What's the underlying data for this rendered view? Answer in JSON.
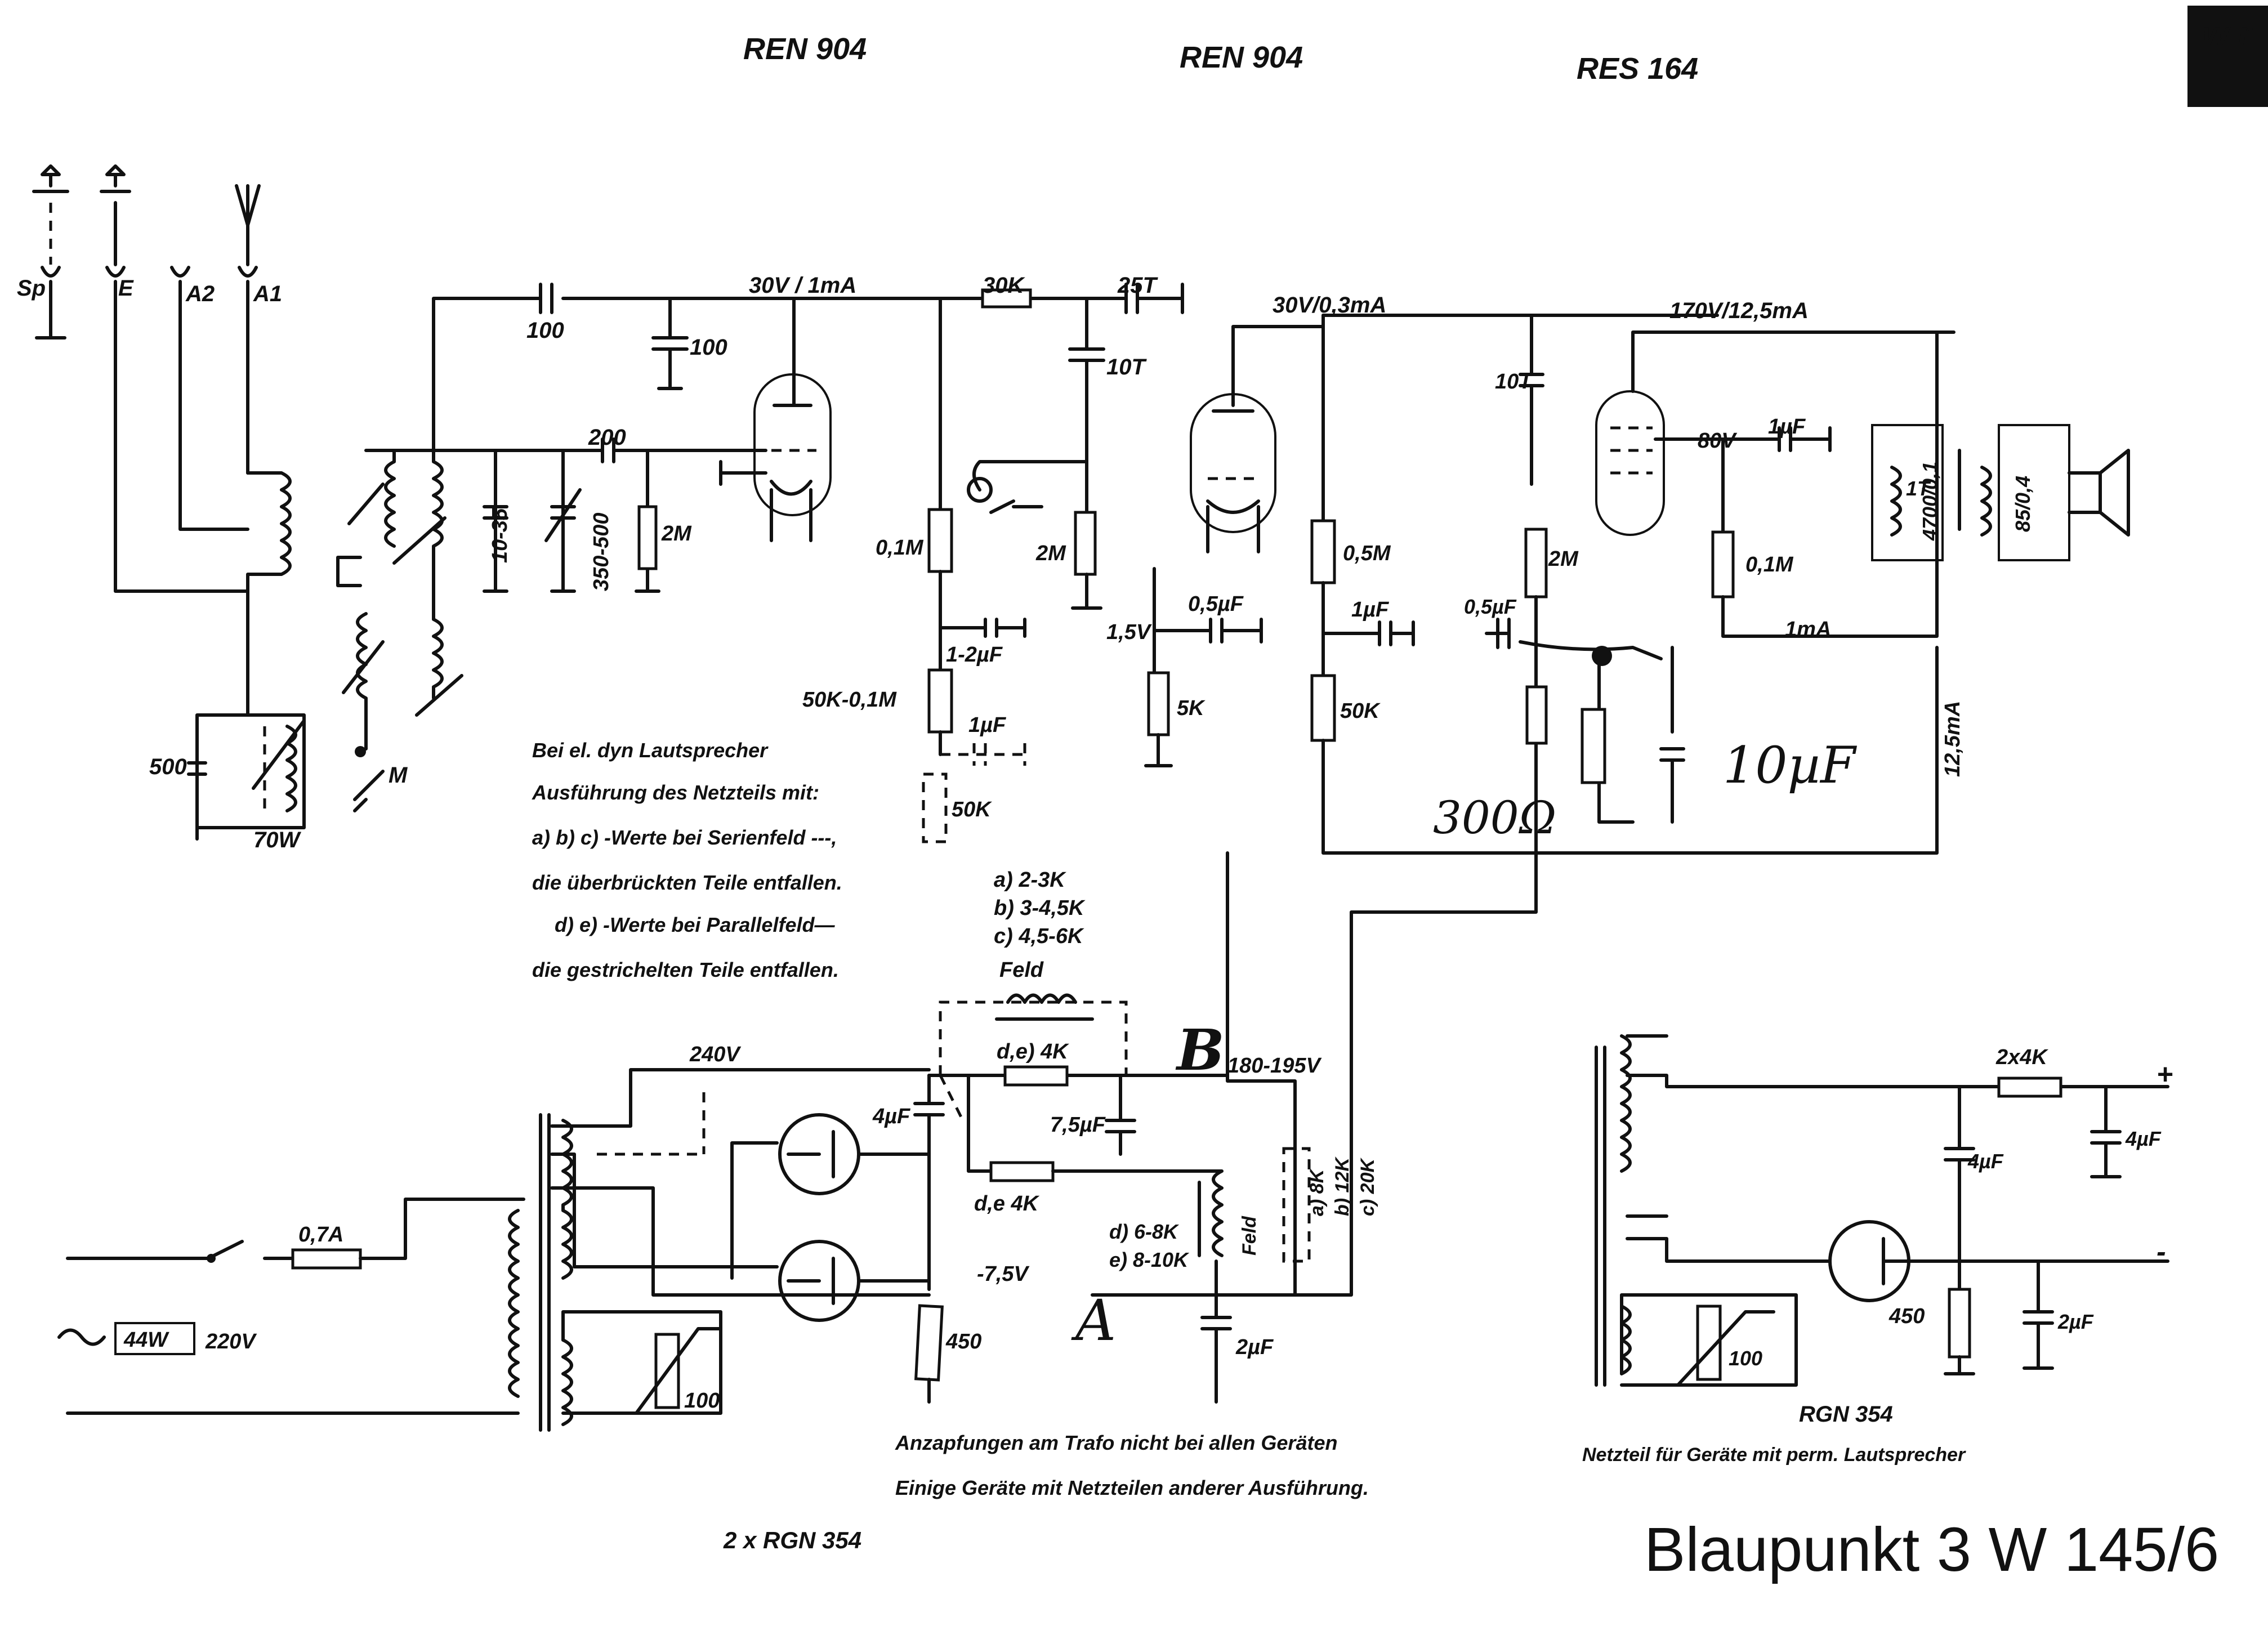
{
  "tubes": {
    "t1": "REN 904",
    "t2": "REN 904",
    "t3": "RES 164"
  },
  "terminals": {
    "sp": "Sp",
    "e": "E",
    "a2": "A2",
    "a1": "A1",
    "m": "M"
  },
  "rails": {
    "r1": "30V / 1mA",
    "r2": "30V/0,3mA",
    "r3": "170V/12,5mA",
    "anode": "80V",
    "cur1": "1mA",
    "cur2": "12,5mA",
    "v15": "1,5V",
    "v240": "240V",
    "v180": "180-195V",
    "vneg": "-7,5V"
  },
  "values": {
    "c100a": "100",
    "c100b": "100",
    "c200": "200",
    "c1035": "10-35",
    "c350": "350-500",
    "r2ma": "2M",
    "c500": "500",
    "l70": "70W",
    "r30k": "30K",
    "c25t": "25T",
    "c10t": "10T",
    "r01m": "0,1M",
    "r2mb": "2M",
    "c12": "1-2µF",
    "r50k01": "50K-0,1M",
    "c1uf": "1µF",
    "r50k": "50K",
    "c05": "0,5µF",
    "r5k": "5K",
    "r05m": "0,5M",
    "c1ufb": "1µF",
    "r50kb": "50K",
    "c10tb": "10T",
    "r2mc": "2M",
    "c05b": "0,5µF",
    "c1ufc": "1µF",
    "r01mb": "0,1M",
    "trans": "1T",
    "trans_r": "4700/0,1",
    "spk": "85/0,4",
    "ve1": "a) 2-3K",
    "ve2": "b) 3-4,5K",
    "ve3": "c) 4,5-6K",
    "feld": "Feld",
    "feld2": "Feld",
    "de4k": "d,e) 4K",
    "de4k2": "d,e 4K",
    "c4uf": "4µF",
    "c75": "7,5µF",
    "de68": "d) 6-8K",
    "e810": "e) 8-10K",
    "c2uf": "2µF",
    "r450": "450",
    "abc1": "a) 8K",
    "abc2": "b) 12K",
    "abc3": "c) 20K",
    "fuse": "0,7A",
    "power": "44W",
    "mains": "220V",
    "pot": "100",
    "ps_r": "2x4K",
    "ps_c1": "4µF",
    "ps_c2": "4µF",
    "ps_r450": "450",
    "ps_c3": "2µF",
    "ps_pot": "100",
    "plus": "+",
    "minus": "-"
  },
  "notes": {
    "n1": "Bei el. dyn Lautsprecher",
    "n2": "Ausführung des Netzteils mit:",
    "n3": "a) b) c) -Werte bei Serienfeld ---,",
    "n4": "die überbrückten Teile entfallen.",
    "n5": "d) e) -Werte bei Parallelfeld—",
    "n6": "die gestrichelten Teile entfallen.",
    "tap1": "Anzapfungen am Trafo nicht bei allen Geräten",
    "tap2": "Einige Geräte mit Netzteilen anderer Ausführung.",
    "rect": "2 x RGN 354",
    "rgn": "RGN 354",
    "ps_note": "Netzteil für Geräte mit perm. Lautsprecher"
  },
  "handwritten": {
    "hA": "A",
    "hB": "B",
    "h300": "300Ω",
    "h10uf": "10µF"
  },
  "title": "Blaupunkt 3 W 145/6",
  "colors": {
    "ink": "#111111",
    "paper": "#ffffff"
  }
}
